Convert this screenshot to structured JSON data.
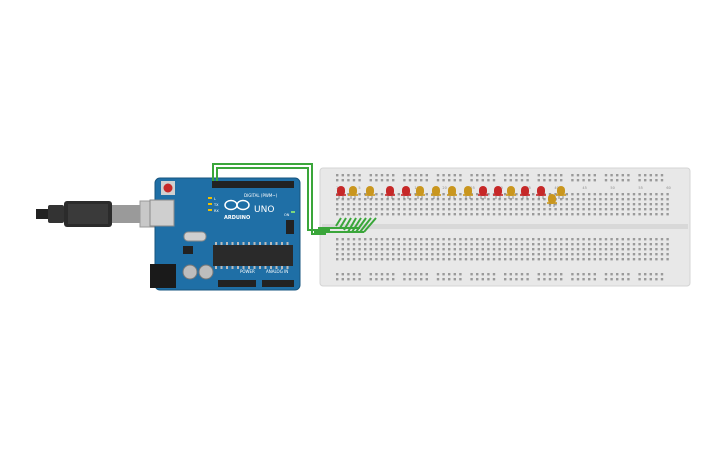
{
  "board": {
    "brand_label": "ARDUINO",
    "model_label": "UNO",
    "digital_label": "DIGITAL (PWM~)",
    "power_label": "POWER",
    "analog_label": "ANALOG IN",
    "tx_label": "TX",
    "rx_label": "RX",
    "l_label": "L",
    "on_label": "ON"
  },
  "breadboard": {
    "column_numbers": [
      "1",
      "5",
      "10",
      "15",
      "20",
      "25",
      "30",
      "35",
      "40",
      "45",
      "50",
      "55",
      "60"
    ]
  },
  "leds": [
    "red",
    "yellow",
    "yellow",
    "red",
    "red",
    "yellow",
    "yellow",
    "yellow",
    "yellow",
    "red",
    "red",
    "yellow",
    "red",
    "red",
    "yellow",
    "yellow"
  ],
  "colors": {
    "board_blue": "#1f6fa6",
    "wire_green": "#3aa63a",
    "led_red": "#c62828",
    "led_yellow": "#c9961e",
    "breadboard": "#e8e8e8"
  }
}
